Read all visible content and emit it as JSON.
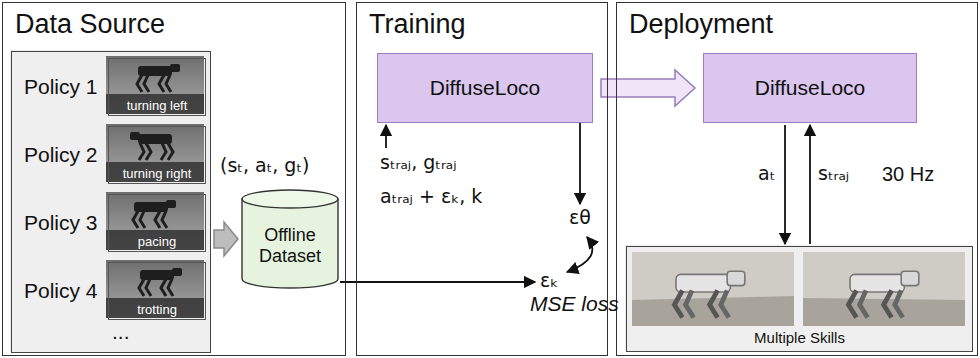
{
  "diagram": {
    "nodes": [
      {
        "text": [
          "Data Source"
        ]
      },
      {
        "text": [
          "Policy 1",
          "Policy 2",
          "Policy 3",
          "Policy 4",
          "..."
        ],
        "in": 0
      },
      {
        "text": [
          "turning left"
        ],
        "in": 1
      },
      {
        "text": [
          "turning right"
        ],
        "in": 1
      },
      {
        "text": [
          "pacing"
        ],
        "in": 1
      },
      {
        "text": [
          "trotting"
        ],
        "in": 1
      },
      {
        "text": [
          "Offline Dataset"
        ],
        "in": 0
      },
      {
        "text": [
          "Training"
        ]
      },
      {
        "text": [
          "DiffuseLoco"
        ],
        "in": 7
      },
      {
        "text": [
          "Deployment"
        ]
      },
      {
        "text": [
          "DiffuseLoco"
        ],
        "in": 9
      },
      {
        "text": [
          "Multiple Skills"
        ],
        "in": 9
      }
    ],
    "edges": [
      {
        "from": 1,
        "to": 6,
        "arrow": "to",
        "label": "(sₜ, aₜ, gₜ)"
      },
      {
        "from": 8,
        "to": 10,
        "arrow": "to"
      },
      {
        "from": 10,
        "to": 11,
        "arrow": "to",
        "label": "aₜ"
      },
      {
        "from": 11,
        "to": 10,
        "arrow": "to",
        "label": "sₜᵣₐⱼ"
      }
    ],
    "labels": [
      "sₜᵣₐⱼ, gₜᵣₐⱼ",
      "aₜᵣₐⱼ + εₖ, k",
      "εθ",
      "εₖ",
      "MSE loss",
      "30 Hz"
    ]
  }
}
